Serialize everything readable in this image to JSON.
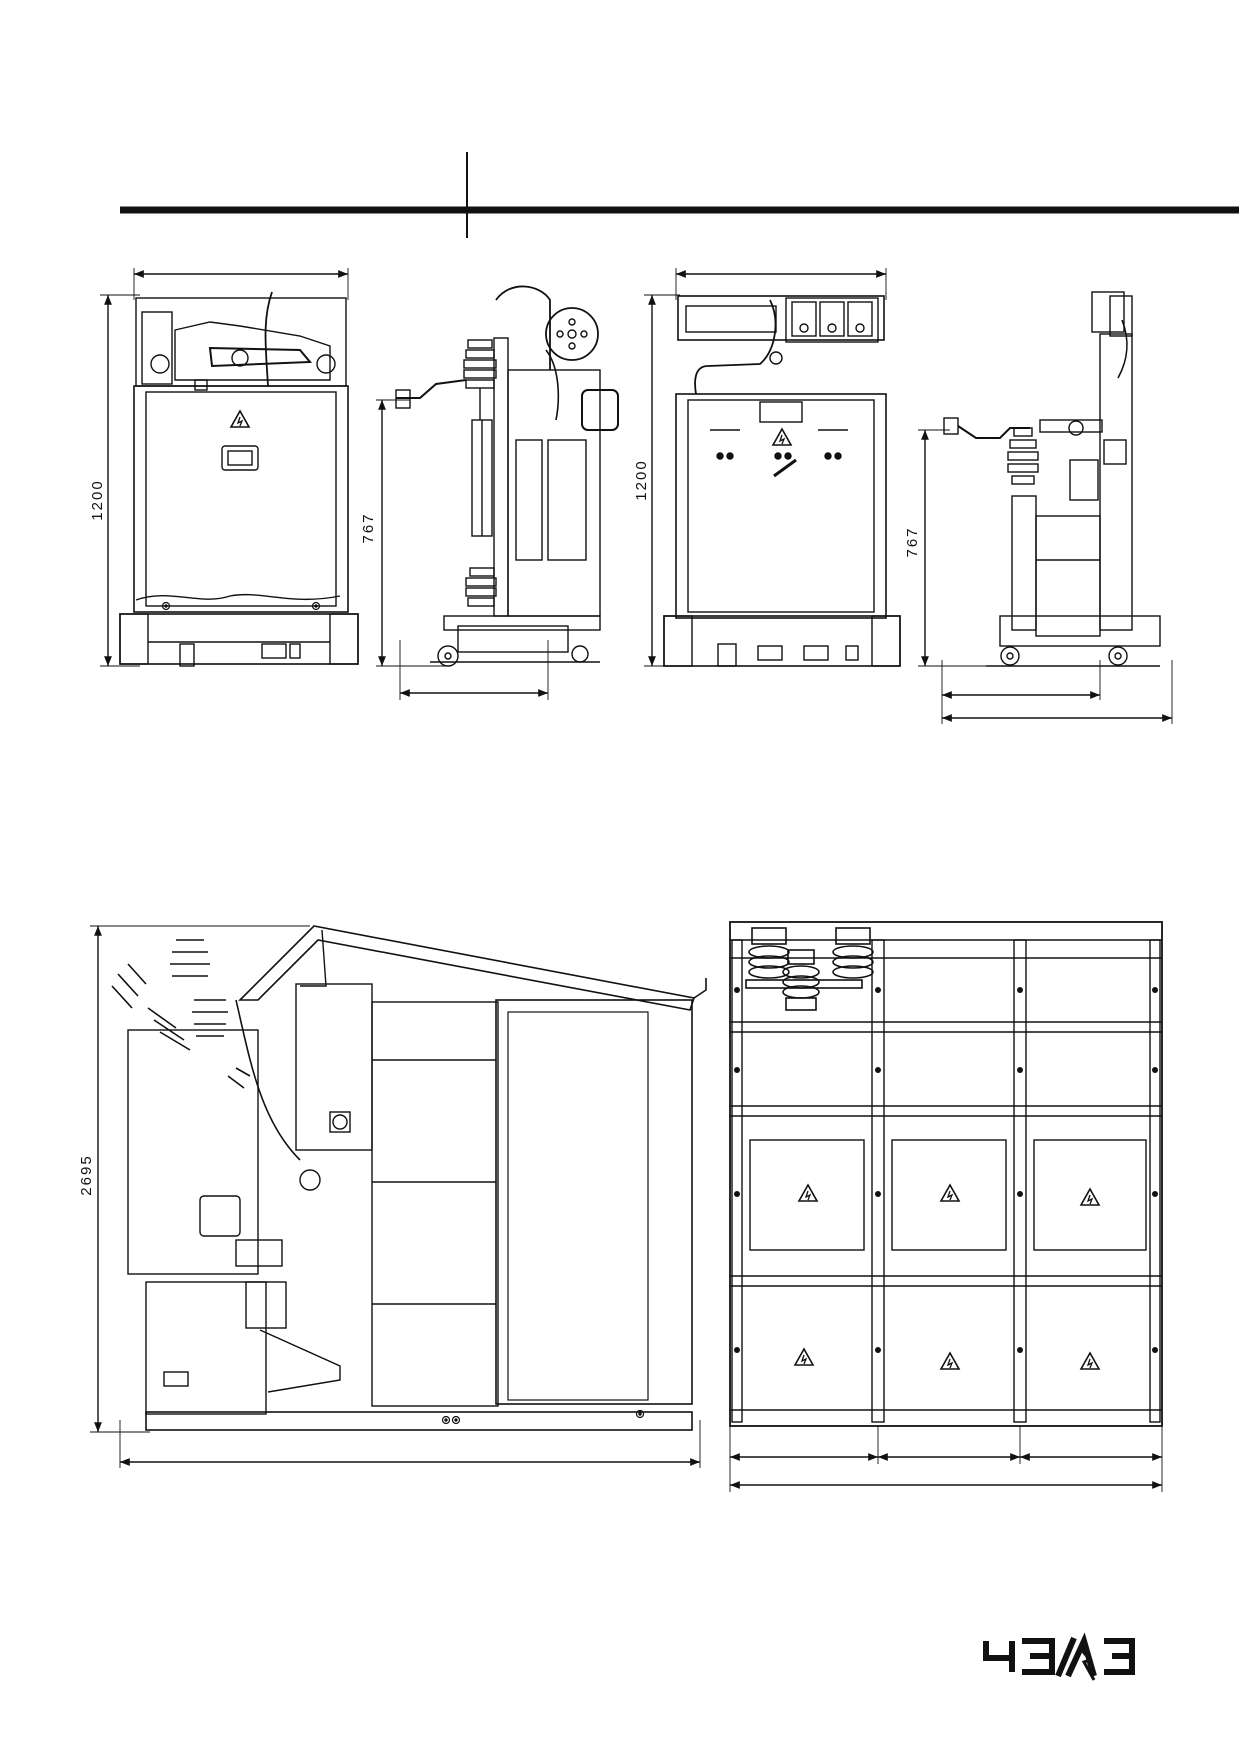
{
  "dimensions": {
    "front_view_a_height": "1200",
    "side_view_a_height": "767",
    "front_view_b_height": "1200",
    "side_view_b_height": "767",
    "cubicle_height": "2695"
  },
  "logo": {
    "text": "ЧЭАЗ"
  },
  "colors": {
    "ink": "#111111",
    "paper": "#ffffff"
  },
  "icons": [
    "warning-triangle-icon",
    "company-logo"
  ]
}
